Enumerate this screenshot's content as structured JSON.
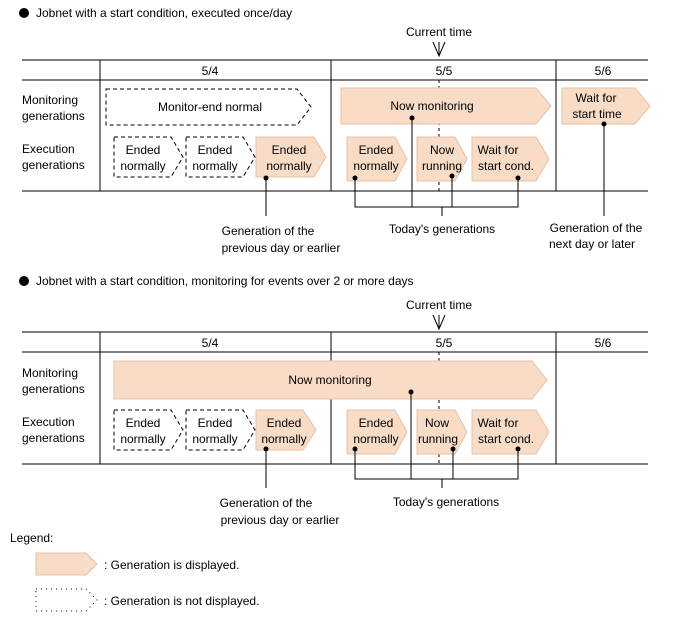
{
  "colors": {
    "displayed_fill": "#f8dcc6",
    "displayed_stroke": "#e6c2a6",
    "line": "#000000"
  },
  "section1": {
    "title": "Jobnet with a start condition, executed once/day",
    "current_time": "Current time",
    "columns": [
      "5/4",
      "5/5",
      "5/6"
    ],
    "row_monitoring": [
      "Monitoring",
      "generations"
    ],
    "row_execution": [
      "Execution",
      "generations"
    ],
    "mon_end_normal": "Monitor-end normal",
    "now_monitoring": "Now monitoring",
    "wait_start_time": [
      "Wait for",
      "start time"
    ],
    "ended_normally": [
      "Ended",
      "normally"
    ],
    "now_running": [
      "Now",
      "running"
    ],
    "wait_start_cond": [
      "Wait for",
      "start cond."
    ],
    "label_prev": [
      "Generation of the",
      "previous day or earlier"
    ],
    "label_today": "Today's generations",
    "label_next": [
      "Generation of the",
      "next day or later"
    ]
  },
  "section2": {
    "title": "Jobnet with a start condition, monitoring for events over 2 or more days",
    "current_time": "Current time",
    "columns": [
      "5/4",
      "5/5",
      "5/6"
    ],
    "row_monitoring": [
      "Monitoring",
      "generations"
    ],
    "row_execution": [
      "Execution",
      "generations"
    ],
    "now_monitoring": "Now monitoring",
    "ended_normally": [
      "Ended",
      "normally"
    ],
    "now_running": [
      "Now",
      "running"
    ],
    "wait_start_cond": [
      "Wait for",
      "start cond."
    ],
    "label_prev": [
      "Generation of the",
      "previous day or earlier"
    ],
    "label_today": "Today's generations"
  },
  "legend": {
    "title": "Legend:",
    "displayed": ": Generation is displayed.",
    "not_displayed": ": Generation is not displayed."
  }
}
